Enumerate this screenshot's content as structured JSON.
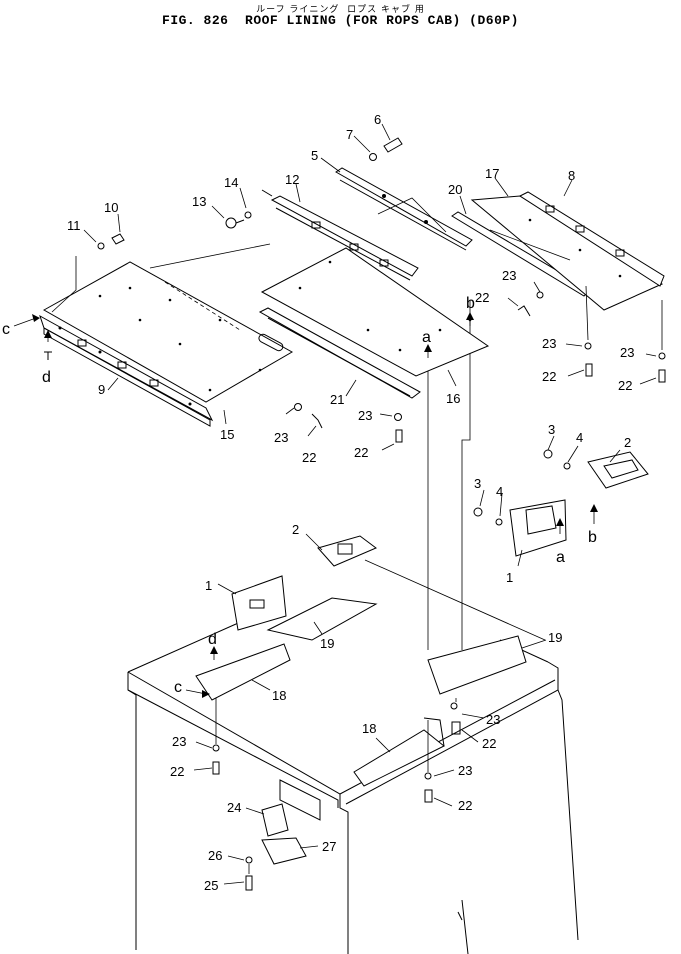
{
  "figure": {
    "subtitle_jp": "ルーフ ライニング  ロプス キャブ 用",
    "title": "FIG. 826  ROOF LINING (FOR ROPS CAB) (D60P)"
  },
  "callouts": [
    {
      "id": "c6",
      "text": "6"
    },
    {
      "id": "c7",
      "text": "7"
    },
    {
      "id": "c5",
      "text": "5"
    },
    {
      "id": "c17",
      "text": "17"
    },
    {
      "id": "c8",
      "text": "8"
    },
    {
      "id": "c20",
      "text": "20"
    },
    {
      "id": "c14",
      "text": "14"
    },
    {
      "id": "c12",
      "text": "12"
    },
    {
      "id": "c13",
      "text": "13"
    },
    {
      "id": "c10",
      "text": "10"
    },
    {
      "id": "c11",
      "text": "11"
    },
    {
      "id": "c23a",
      "text": "23"
    },
    {
      "id": "c22a",
      "text": "22"
    },
    {
      "id": "c9",
      "text": "9"
    },
    {
      "id": "c15",
      "text": "15"
    },
    {
      "id": "c23b",
      "text": "23"
    },
    {
      "id": "c22b",
      "text": "22"
    },
    {
      "id": "c21",
      "text": "21"
    },
    {
      "id": "c23c",
      "text": "23"
    },
    {
      "id": "c22c",
      "text": "22"
    },
    {
      "id": "c16",
      "text": "16"
    },
    {
      "id": "c23d",
      "text": "23"
    },
    {
      "id": "c22d",
      "text": "22"
    },
    {
      "id": "c23e",
      "text": "23"
    },
    {
      "id": "c22e",
      "text": "22"
    },
    {
      "id": "c3a",
      "text": "3"
    },
    {
      "id": "c4a",
      "text": "4"
    },
    {
      "id": "c2a",
      "text": "2"
    },
    {
      "id": "c3b",
      "text": "3"
    },
    {
      "id": "c4b",
      "text": "4"
    },
    {
      "id": "c1a",
      "text": "1"
    },
    {
      "id": "c2b",
      "text": "2"
    },
    {
      "id": "c1b",
      "text": "1"
    },
    {
      "id": "c19a",
      "text": "19"
    },
    {
      "id": "c19b",
      "text": "19"
    },
    {
      "id": "c18a",
      "text": "18"
    },
    {
      "id": "c23f",
      "text": "23"
    },
    {
      "id": "c22f",
      "text": "22"
    },
    {
      "id": "c18b",
      "text": "18"
    },
    {
      "id": "c23g",
      "text": "23"
    },
    {
      "id": "c22g",
      "text": "22"
    },
    {
      "id": "c23h",
      "text": "23"
    },
    {
      "id": "c22h",
      "text": "22"
    },
    {
      "id": "c24",
      "text": "24"
    },
    {
      "id": "c27",
      "text": "27"
    },
    {
      "id": "c26",
      "text": "26"
    },
    {
      "id": "c25",
      "text": "25"
    }
  ],
  "reference_marks": {
    "a_top": "a",
    "b_top": "b",
    "c_left": "c",
    "d_left": "d",
    "a_bracket": "a",
    "b_bracket": "b",
    "d_cab": "d",
    "c_cab": "c"
  }
}
